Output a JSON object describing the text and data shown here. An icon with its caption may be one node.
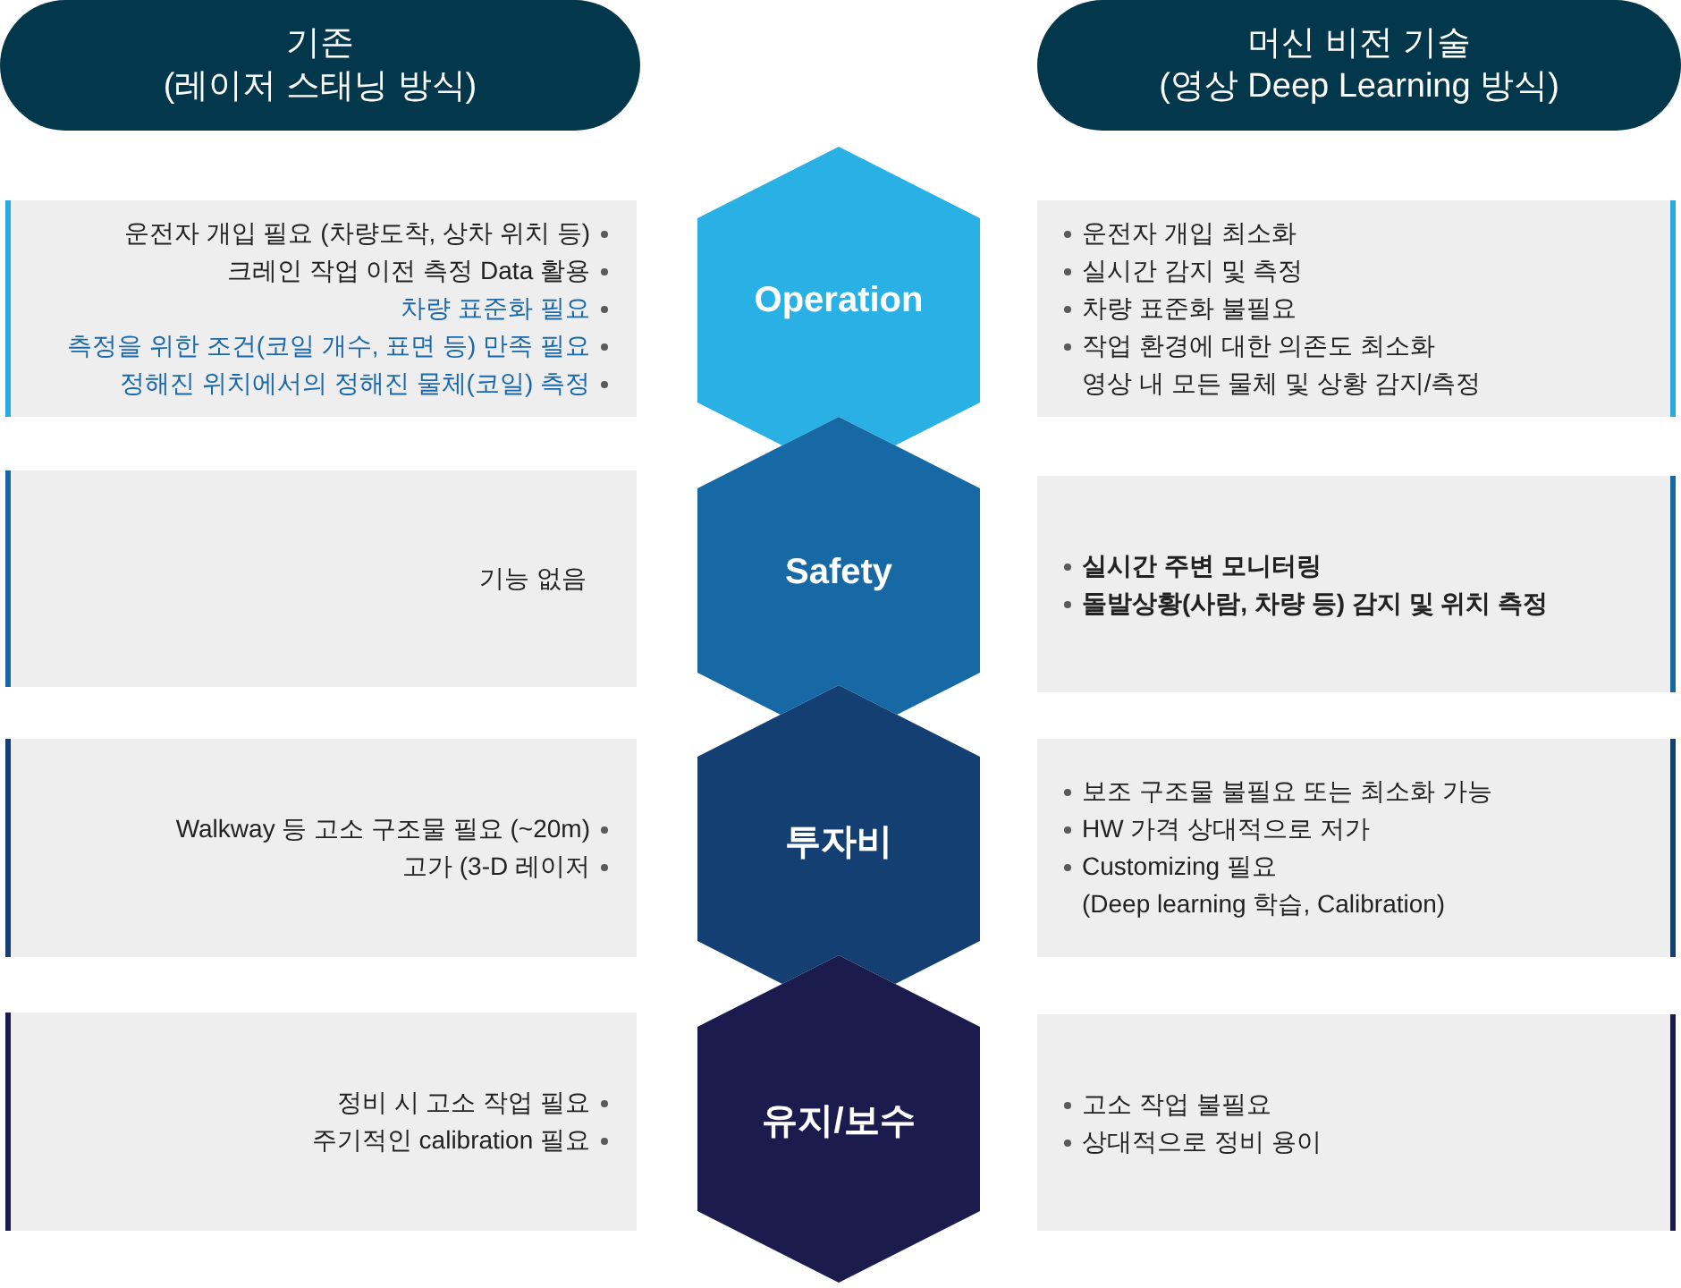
{
  "diagram": {
    "nodes": [
      {
        "text": [
          "기존",
          "(레이저 스태닝 방식)"
        ]
      },
      {
        "text": [
          "머신 비전 기술",
          "(영상 Deep Learning 방식)"
        ]
      },
      {
        "text": [
          "운전자 개입 필요 (차량도착, 상차 위치 등)",
          "크레인 작업 이전 측정 Data 활용",
          "차량 표준화 필요",
          "측정을 위한 조건(코일 개수, 표면 등) 만족 필요",
          "정해진 위치에서의 정해진 물체(코일) 측정"
        ]
      },
      {
        "text": [
          "Operation"
        ]
      },
      {
        "text": [
          "운전자 개입 최소화",
          "실시간 감지 및 측정",
          "차량 표준화 불필요",
          "작업 환경에 대한 의존도 최소화 영상 내 모든 물체 및 상황 감지/측정"
        ]
      },
      {
        "text": [
          "기능 없음"
        ]
      },
      {
        "text": [
          "Safety"
        ]
      },
      {
        "text": [
          "실시간 주변 모니터링",
          "돌발상황(사람, 차량 등) 감지 및 위치 측정"
        ]
      },
      {
        "text": [
          "Walkway 등 고소 구조물 필요 (~20m)",
          "고가 (3-D 레이저"
        ]
      },
      {
        "text": [
          "투자비"
        ]
      },
      {
        "text": [
          "보조 구조물 불필요 또는 최소화 가능",
          "HW 가격 상대적으로 저가",
          "Customizing 필요 (Deep learning 학습, Calibration)"
        ]
      },
      {
        "text": [
          "정비 시 고소 작업 필요",
          "주기적인 calibration 필요"
        ]
      },
      {
        "text": [
          "유지/보수"
        ]
      },
      {
        "text": [
          "고소 작업 불필요",
          "상대적으로 정비 용이"
        ]
      }
    ]
  }
}
